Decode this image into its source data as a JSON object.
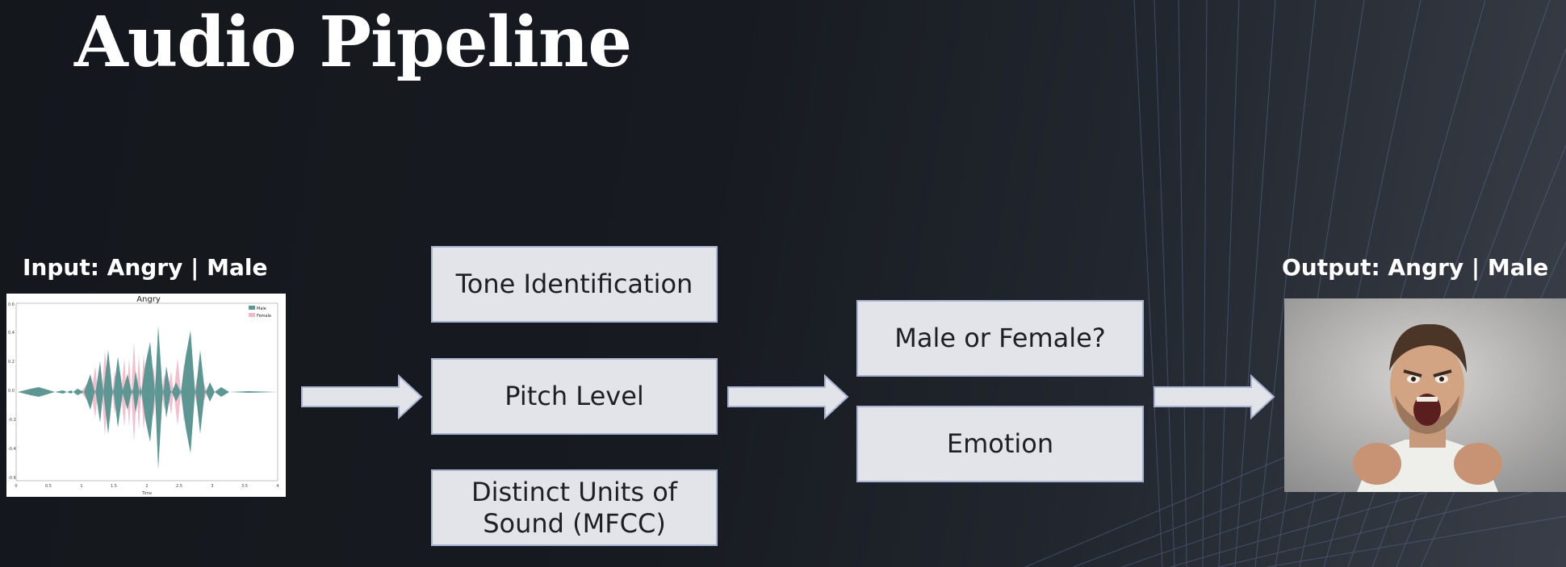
{
  "title": "Audio Pipeline",
  "input_label": "Input: Angry | Male",
  "output_label": "Output: Angry | Male",
  "waveform": {
    "title": "Angry",
    "legend": [
      "Male",
      "Female"
    ],
    "x_ticks": [
      "0",
      "0.5",
      "1",
      "1.5",
      "2",
      "2.5",
      "3",
      "3.5",
      "4"
    ],
    "y_ticks": [
      "0.6",
      "0.4",
      "0.2",
      "0.0",
      "-0.2",
      "-0.4",
      "-0.6"
    ],
    "xlabel": "Time",
    "colors": {
      "male": "#5e9694",
      "female": "#f0b8c8"
    }
  },
  "feature_boxes": [
    "Tone Identification",
    "Pitch Level",
    "Distinct Units of\nSound (MFCC)"
  ],
  "output_boxes": [
    "Male or Female?",
    "Emotion"
  ],
  "colors": {
    "box_fill": "#e3e4e9",
    "box_border": "#a9b4d1",
    "background": "#14181d"
  }
}
